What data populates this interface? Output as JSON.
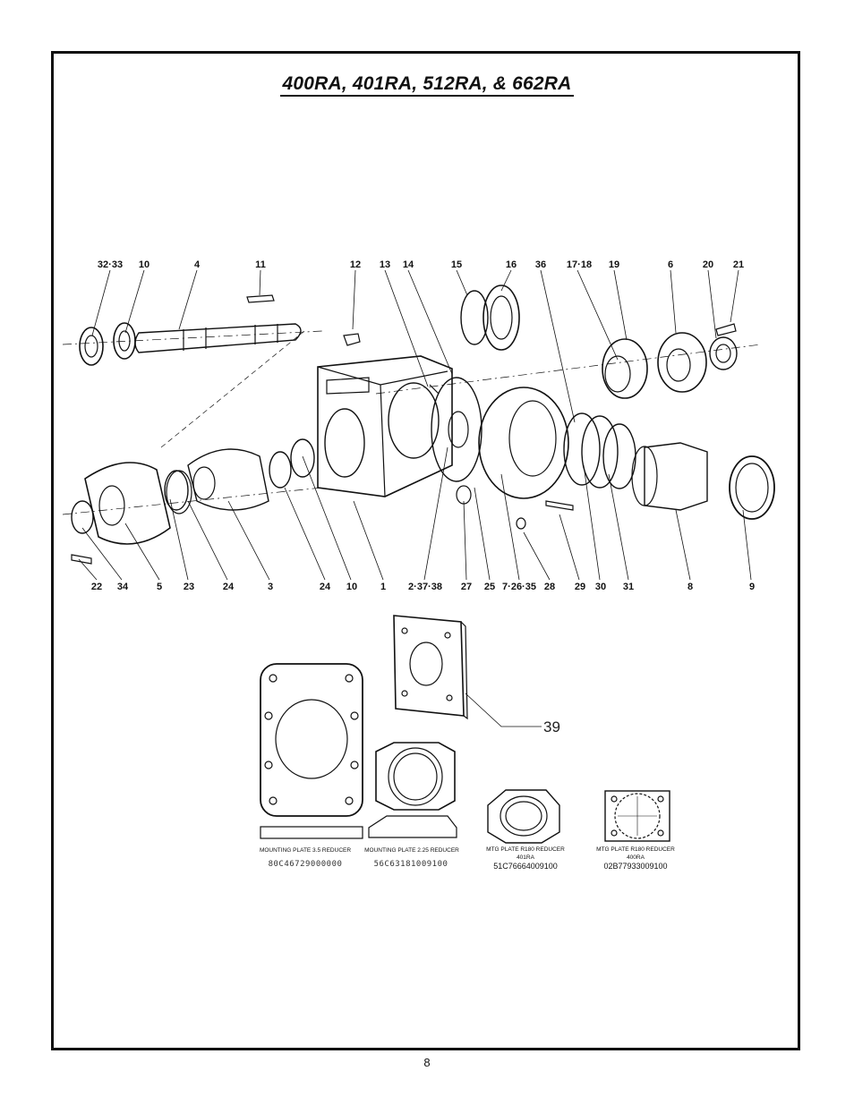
{
  "title": "400RA, 401RA, 512RA, & 662RA",
  "page_number": "8",
  "callout_39": "39",
  "top_labels": [
    "32·33",
    "10",
    "4",
    "11",
    "12",
    "13",
    "14",
    "15",
    "16",
    "36",
    "17·18",
    "19",
    "6",
    "20",
    "21"
  ],
  "bottom_labels": [
    "22",
    "34",
    "5",
    "23",
    "24",
    "3",
    "24",
    "10",
    "1",
    "2·37·38",
    "27",
    "25",
    "7·26·35",
    "28",
    "29",
    "30",
    "31",
    "8",
    "9"
  ],
  "plates": [
    {
      "caption": "MOUNTING PLATE 3.5 REDUCER",
      "part_number": "80C46729000000"
    },
    {
      "caption": "MOUNTING PLATE 2.25 REDUCER",
      "part_number": "56C63181009100"
    },
    {
      "caption": "MTG PLATE R180 REDUCER",
      "sub": "401RA",
      "part_number": "51C76664009100"
    },
    {
      "caption": "MTG PLATE R180 REDUCER",
      "sub": "400RA",
      "part_number": "02B77933009100"
    }
  ]
}
